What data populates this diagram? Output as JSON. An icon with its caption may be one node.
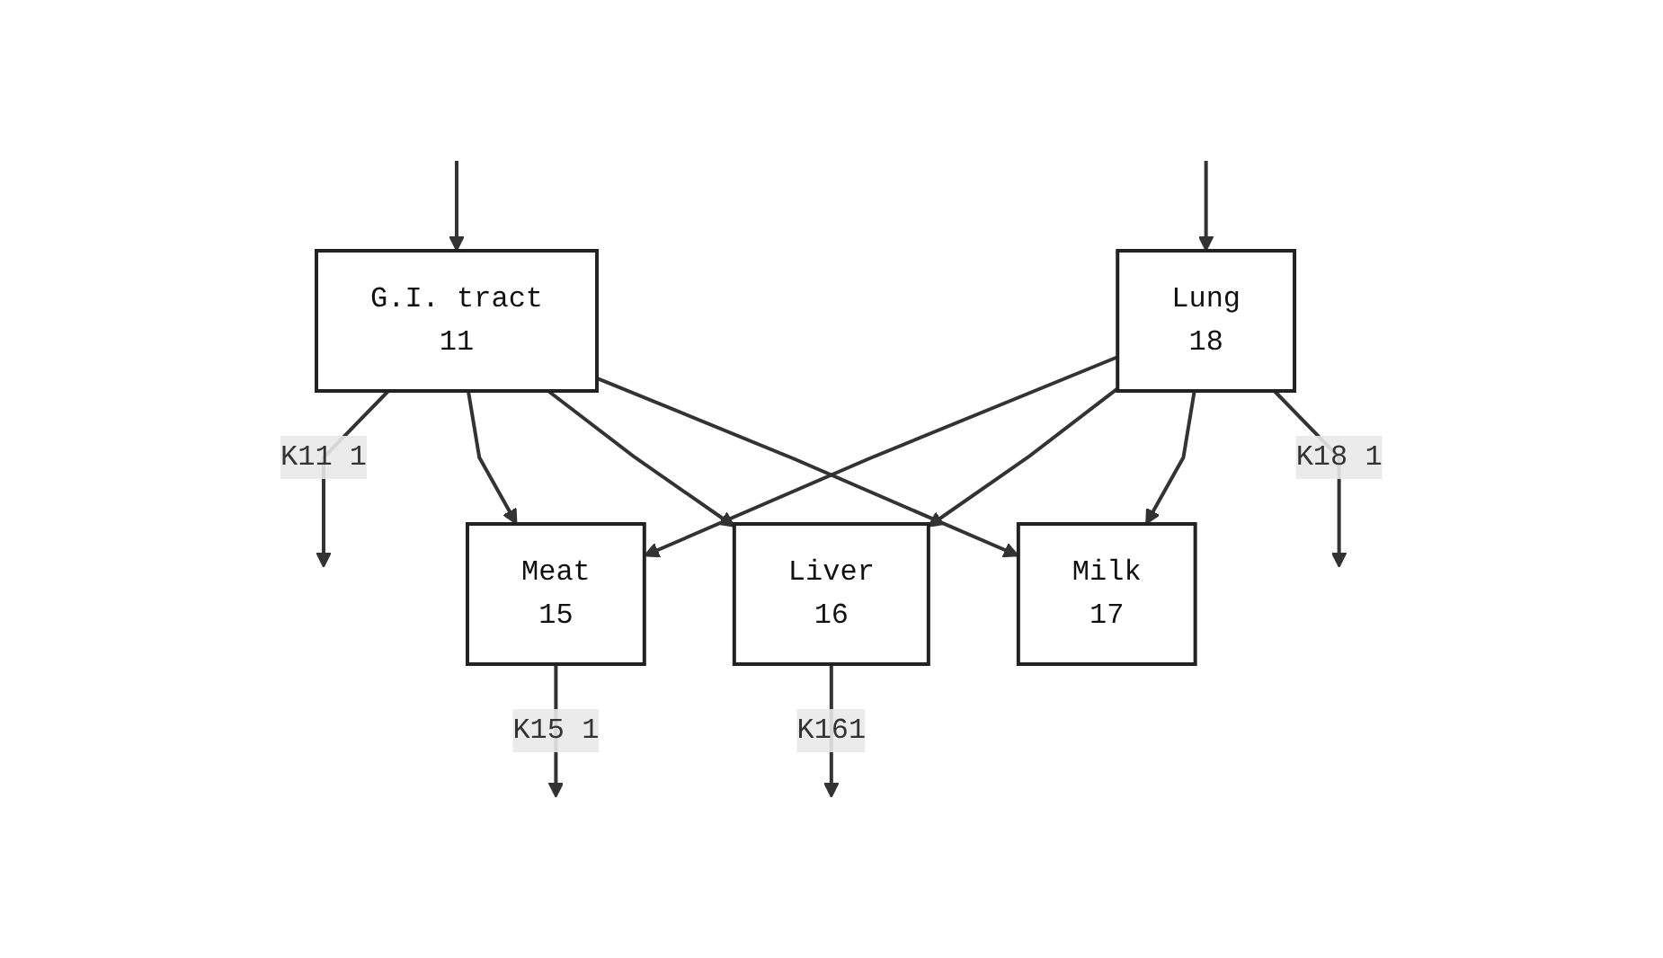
{
  "diagram": {
    "nodes": [
      {
        "text": [
          "G.I. tract",
          "11"
        ]
      },
      {
        "text": [
          "Meat",
          "15"
        ]
      },
      {
        "text": [
          "Liver",
          "16"
        ]
      },
      {
        "text": [
          "Milk",
          "17"
        ]
      },
      {
        "text": [
          "Lung",
          "18"
        ]
      }
    ],
    "edges": [
      {
        "from": null,
        "to": 0,
        "arrow": "to"
      },
      {
        "from": 0,
        "to": null,
        "arrow": "to",
        "label": "K11 1"
      },
      {
        "from": 0,
        "to": 1,
        "arrow": "to"
      },
      {
        "from": 0,
        "to": 2,
        "arrow": "to"
      },
      {
        "from": 0,
        "to": 3,
        "arrow": "to"
      },
      {
        "from": 1,
        "to": null,
        "arrow": "to",
        "label": "K15 1"
      },
      {
        "from": 2,
        "to": null,
        "arrow": "to",
        "label": "K161"
      },
      {
        "from": 4,
        "to": 1,
        "arrow": "to"
      },
      {
        "from": 4,
        "to": 2,
        "arrow": "to"
      },
      {
        "from": 4,
        "to": 3,
        "arrow": "to"
      },
      {
        "from": 4,
        "to": null,
        "arrow": "to",
        "label": "K18 1"
      },
      {
        "from": null,
        "to": 4,
        "arrow": "to"
      }
    ]
  }
}
